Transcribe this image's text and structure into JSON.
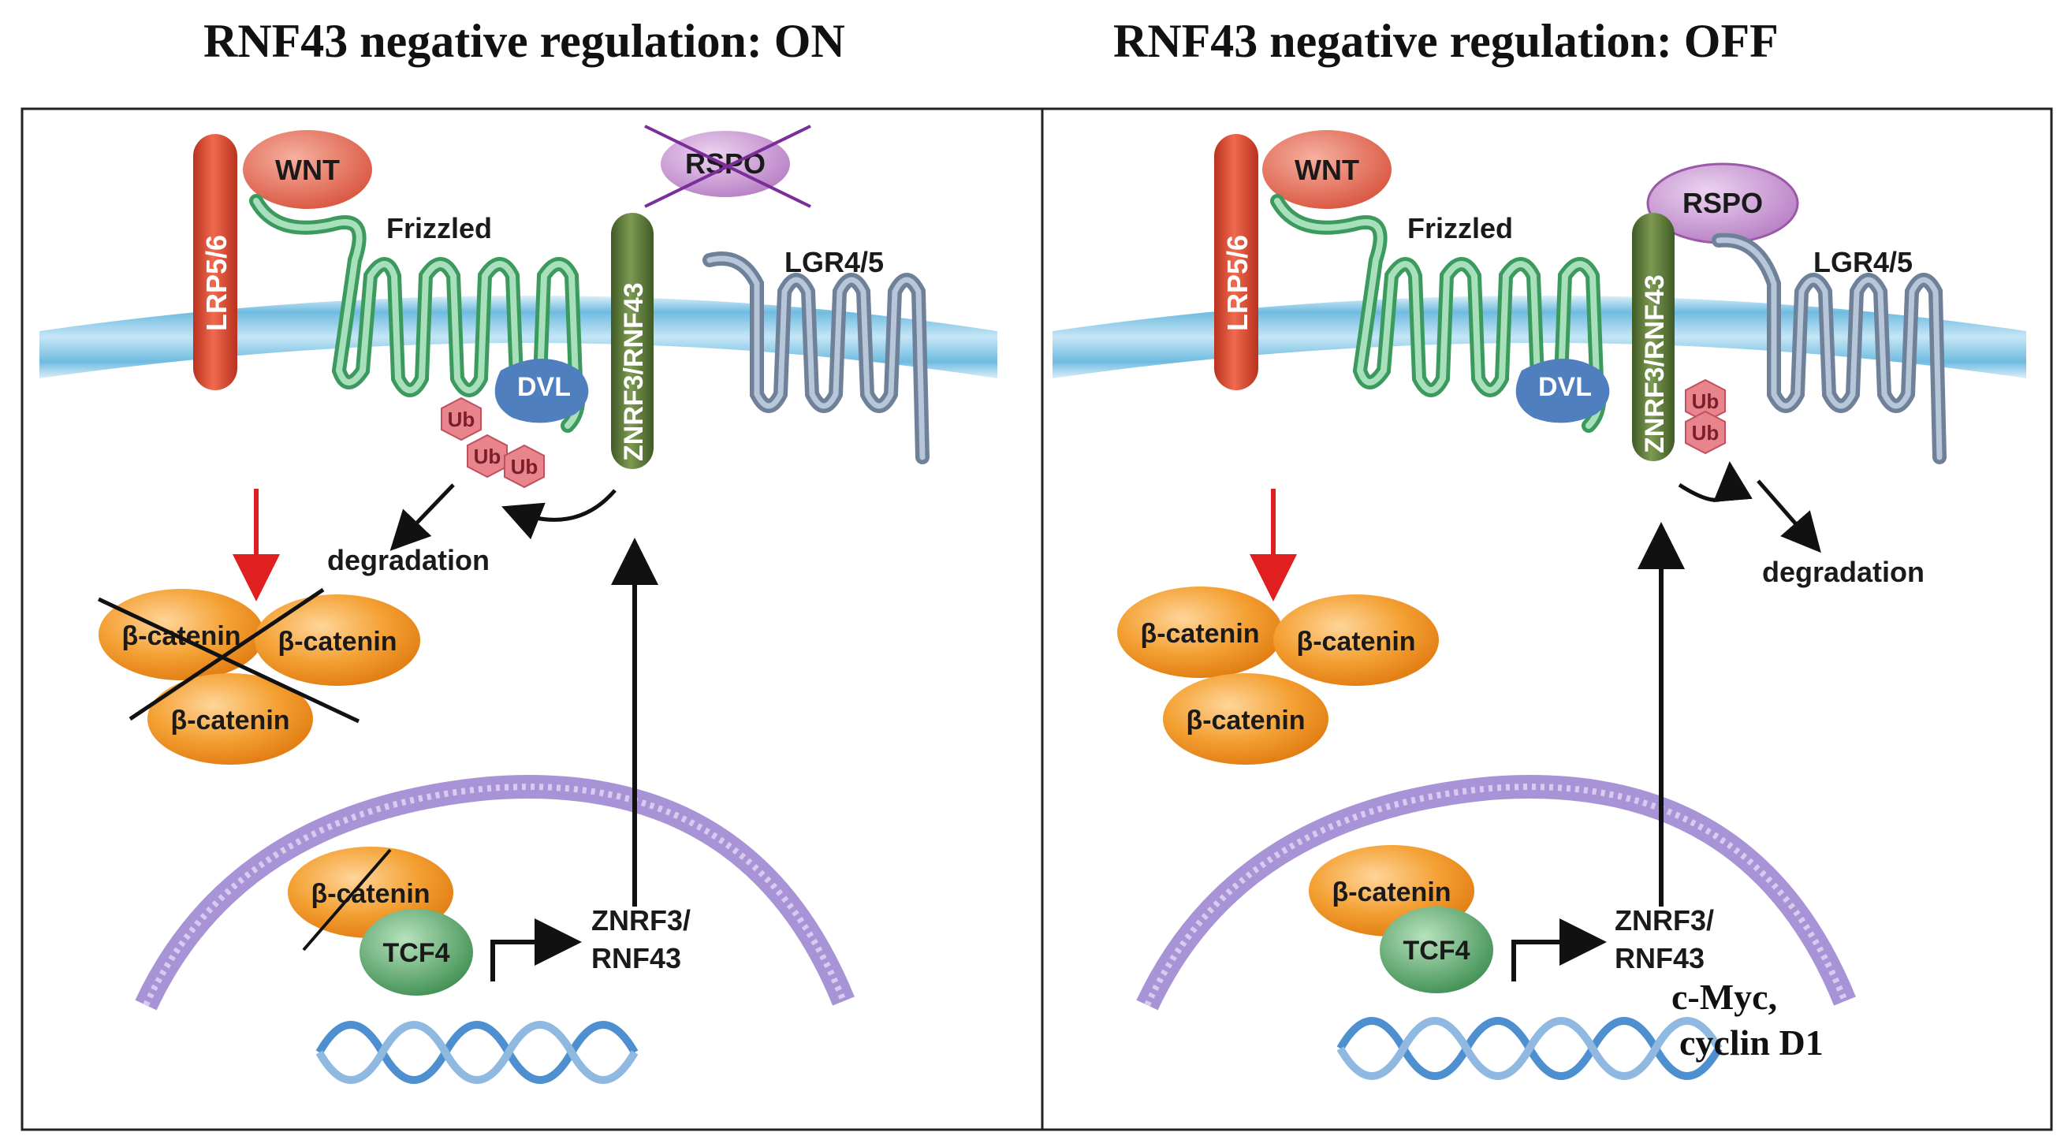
{
  "titles": {
    "left": "RNF43 negative regulation:  ON",
    "right": "RNF43 negative regulation:  OFF"
  },
  "labels": {
    "lrp": "LRP5/6",
    "wnt": "WNT",
    "frizzled": "Frizzled",
    "rspo": "RSPO",
    "znrf3_rnf43": "ZNRF3/RNF43",
    "lgr": "LGR4/5",
    "dvl": "DVL",
    "ub": "Ub",
    "degradation": "degradation",
    "beta_catenin": "β-catenin",
    "tcf4": "TCF4",
    "gene_line1": "ZNRF3/",
    "gene_line2": "RNF43",
    "targets_line1": "c-Myc,",
    "targets_line2": "cyclin D1"
  },
  "colors": {
    "membrane": "#8ccde8",
    "lrp": "#e0503a",
    "wnt": "#e07060",
    "frizzled": "#6cbf8a",
    "rspo": "#c88fcf",
    "znrf3": "#5e7a3a",
    "lgr": "#7f93ad",
    "dvl": "#4f7fbf",
    "ub": "#e8848c",
    "beta_catenin": "#f39a2a",
    "tcf4": "#5aa868",
    "nucleus": "#a893d6",
    "inhibit_arrow": "#e02020",
    "cross": "#7b2d99"
  }
}
